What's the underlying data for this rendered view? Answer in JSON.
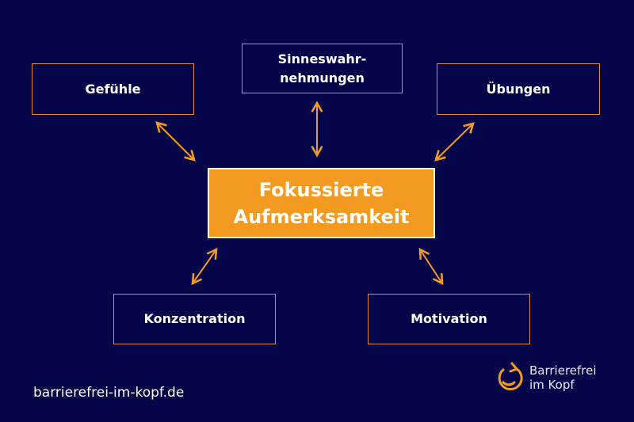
{
  "center": {
    "line1": "Fokussierte",
    "line2": "Aufmerksamkeit"
  },
  "nodes": {
    "gefuehle": "Gefühle",
    "sinnes_line1": "Sinneswahr-",
    "sinnes_line2": "nehmungen",
    "uebungen": "Übungen",
    "konzentration": "Konzentration",
    "motivation": "Motivation"
  },
  "footer": {
    "url": "barrierefrei-im-kopf.de",
    "logo_line1": "Barrierefrei",
    "logo_line2": "im Kopf"
  },
  "colors": {
    "background": "#05064a",
    "accent": "#f39a22",
    "border": "#e08a3a"
  }
}
